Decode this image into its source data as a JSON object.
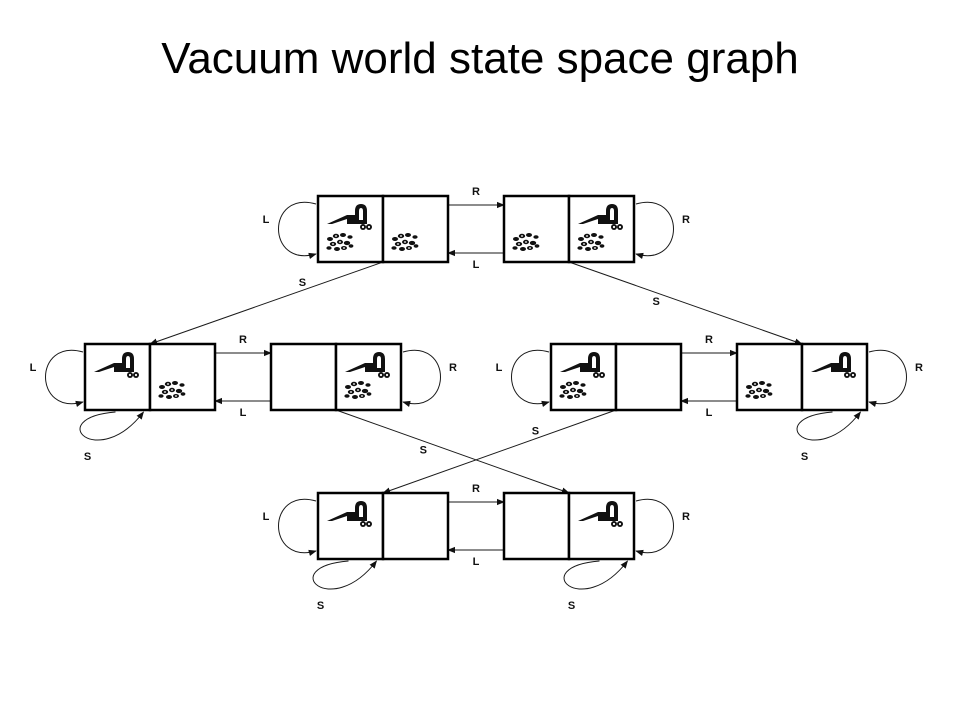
{
  "title": "Vacuum world state space graph",
  "actions": {
    "left": "L",
    "right": "R",
    "suck": "S"
  },
  "states": [
    {
      "id": 1,
      "vacuum_location": "A",
      "dirt": [
        "A",
        "B"
      ]
    },
    {
      "id": 2,
      "vacuum_location": "B",
      "dirt": [
        "A",
        "B"
      ]
    },
    {
      "id": 3,
      "vacuum_location": "A",
      "dirt": [
        "B"
      ]
    },
    {
      "id": 4,
      "vacuum_location": "B",
      "dirt": [
        "B"
      ]
    },
    {
      "id": 5,
      "vacuum_location": "A",
      "dirt": [
        "A"
      ]
    },
    {
      "id": 6,
      "vacuum_location": "B",
      "dirt": [
        "A"
      ]
    },
    {
      "id": 7,
      "vacuum_location": "A",
      "dirt": []
    },
    {
      "id": 8,
      "vacuum_location": "B",
      "dirt": []
    }
  ],
  "transitions": [
    {
      "from": 1,
      "to": 2,
      "action": "R"
    },
    {
      "from": 2,
      "to": 1,
      "action": "L"
    },
    {
      "from": 1,
      "to": 1,
      "action": "L"
    },
    {
      "from": 2,
      "to": 2,
      "action": "R"
    },
    {
      "from": 1,
      "to": 3,
      "action": "S"
    },
    {
      "from": 2,
      "to": 6,
      "action": "S"
    },
    {
      "from": 3,
      "to": 4,
      "action": "R"
    },
    {
      "from": 4,
      "to": 3,
      "action": "L"
    },
    {
      "from": 3,
      "to": 3,
      "action": "L"
    },
    {
      "from": 3,
      "to": 3,
      "action": "S"
    },
    {
      "from": 4,
      "to": 4,
      "action": "R"
    },
    {
      "from": 4,
      "to": 8,
      "action": "S"
    },
    {
      "from": 5,
      "to": 6,
      "action": "R"
    },
    {
      "from": 6,
      "to": 5,
      "action": "L"
    },
    {
      "from": 5,
      "to": 5,
      "action": "L"
    },
    {
      "from": 5,
      "to": 7,
      "action": "S"
    },
    {
      "from": 6,
      "to": 6,
      "action": "R"
    },
    {
      "from": 6,
      "to": 6,
      "action": "S"
    },
    {
      "from": 7,
      "to": 8,
      "action": "R"
    },
    {
      "from": 8,
      "to": 7,
      "action": "L"
    },
    {
      "from": 7,
      "to": 7,
      "action": "L"
    },
    {
      "from": 7,
      "to": 7,
      "action": "S"
    },
    {
      "from": 8,
      "to": 8,
      "action": "R"
    },
    {
      "from": 8,
      "to": 8,
      "action": "S"
    }
  ]
}
